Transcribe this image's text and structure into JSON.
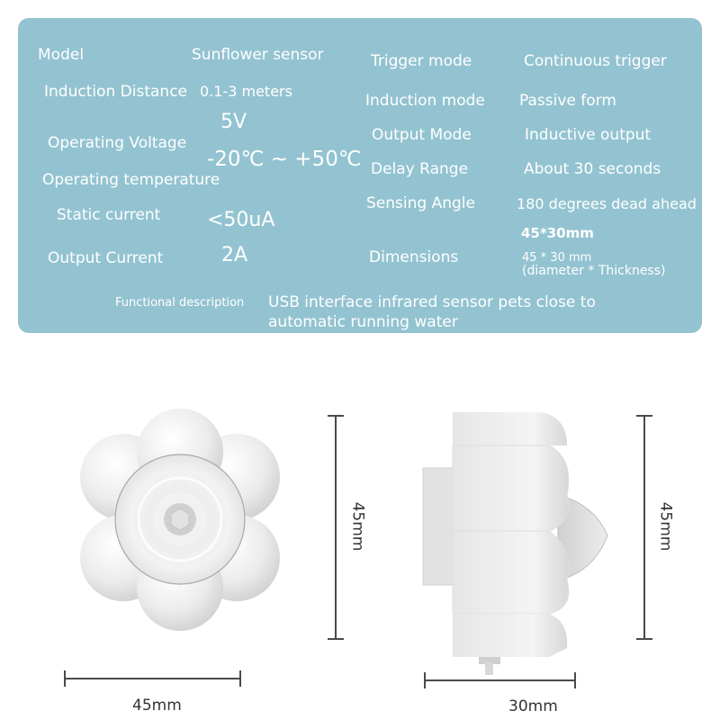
{
  "specs": {
    "left": [
      {
        "label": "Model",
        "value": "Sunflower sensor"
      },
      {
        "label": "Induction Distance",
        "value": "0.1-3 meters"
      },
      {
        "label": "Operating Voltage",
        "value": "5V"
      },
      {
        "label": "Operating temperature",
        "value": "-20℃ ~ +50℃"
      },
      {
        "label": "Static current",
        "value": "<50uA"
      },
      {
        "label": "Output Current",
        "value": "2A"
      }
    ],
    "right": [
      {
        "label": "Trigger mode",
        "value": "Continuous trigger"
      },
      {
        "label": "Induction mode",
        "value": "Passive form"
      },
      {
        "label": "Output Mode",
        "value": "Inductive output"
      },
      {
        "label": "Delay Range",
        "value": "About 30 seconds"
      },
      {
        "label": "Sensing Angle",
        "value": "180 degrees dead ahead"
      },
      {
        "label": "Dimensions",
        "value_bold": "45*30mm",
        "value": "45 * 30 mm",
        "value_note": "(diameter * Thickness)"
      }
    ],
    "functional_description": {
      "label": "Functional description",
      "value": "USB interface infrared sensor pets close to automatic running water"
    }
  },
  "diagrams": {
    "front_view": {
      "width_label": "45mm",
      "height_label": "45mm"
    },
    "side_view": {
      "width_label": "30mm",
      "height_label": "45mm"
    }
  },
  "colors": {
    "panel": "#93c3d1",
    "text": "#ffffff",
    "dimension_line": "#4a4a4a"
  }
}
